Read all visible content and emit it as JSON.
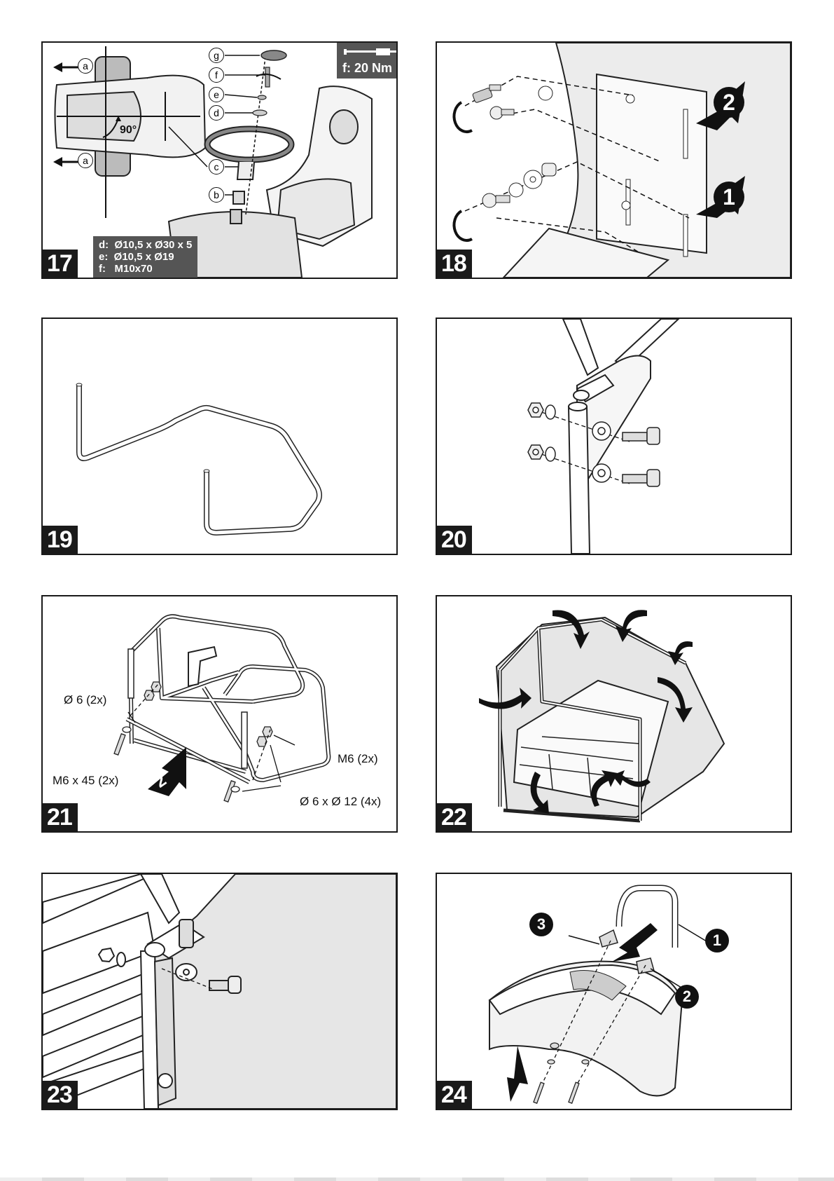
{
  "panels": {
    "p17": {
      "number": "17",
      "torque": "f: 20 Nm",
      "angle": "90°",
      "spec": "d:  Ø10,5 x Ø30 x 5\ne:  Ø10,5 x Ø19\nf:   M10x70",
      "parts": [
        "g",
        "f",
        "e",
        "d",
        "c",
        "b"
      ],
      "arrow_label": "a"
    },
    "p18": {
      "number": "18",
      "step1": "1",
      "step2": "2"
    },
    "p19": {
      "number": "19"
    },
    "p20": {
      "number": "20"
    },
    "p21": {
      "number": "21",
      "label_pin": "Ø 6 (2x)",
      "label_bolt": "M6 x 45 (2x)",
      "label_nut": "M6 (2x)",
      "label_washer": "Ø 6 x Ø 12 (4x)",
      "step": "2"
    },
    "p22": {
      "number": "22"
    },
    "p23": {
      "number": "23"
    },
    "p24": {
      "number": "24",
      "c1": "1",
      "c2": "2",
      "c3": "3"
    }
  },
  "colors": {
    "dark": "#1a1a1a",
    "spec_bg": "#555555",
    "fabric": "#e6e6e6"
  }
}
